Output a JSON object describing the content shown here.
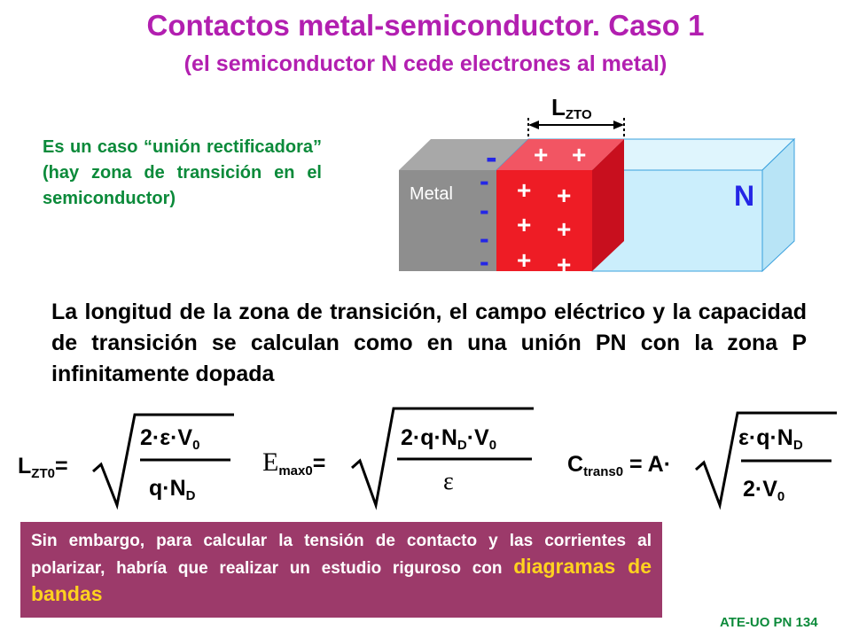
{
  "title": {
    "line1": "Contactos metal-semiconductor. Caso 1",
    "line2": "(el semiconductor N cede electrones al metal)"
  },
  "intro_text": "Es un caso “unión rectificadora” (hay zona de transición en el semiconductor)",
  "diagram": {
    "lzto_label": "L",
    "lzto_sub": "ZTO",
    "metal_label": "Metal",
    "n_label": "N",
    "minus_sign": "-",
    "plus_sign": "+"
  },
  "paragraph": "La longitud de la zona de transición, el campo eléctrico y la capacidad de transición se calculan como en una unión PN con la zona P infinitamente dopada",
  "formulas": {
    "lzt0": {
      "lhs": "L",
      "lhs_sub": "ZT0",
      "eq": "=",
      "num": "2·ε·V",
      "num_sub": "0",
      "den": "q·N",
      "den_sub": "D"
    },
    "emax0": {
      "lhs": "E",
      "lhs_sub": "max0",
      "eq": "=",
      "num_a": "2·q·N",
      "num_a_sub": "D",
      "num_b": "·V",
      "num_b_sub": "0",
      "den": "ε"
    },
    "ctrans0": {
      "lhs": "C",
      "lhs_sub": "trans0",
      "eq": " = A·",
      "num": "ε·q·N",
      "num_sub": "D",
      "den": "2·V",
      "den_sub": "0"
    }
  },
  "note": {
    "text": "Sin embargo, para calcular la tensión de contacto y las corrientes al polarizar, habría que realizar un estudio riguroso con ",
    "highlight": "diagramas de bandas"
  },
  "footer": "ATE-UO PN 134",
  "colors": {
    "title": "#b21fb0",
    "green": "#0b8a3a",
    "red": "#ee1c25",
    "blue": "#2426e6",
    "note_bg": "#9c3a6a",
    "highlight": "#ffd21f",
    "cyan": "#cbeefc"
  }
}
